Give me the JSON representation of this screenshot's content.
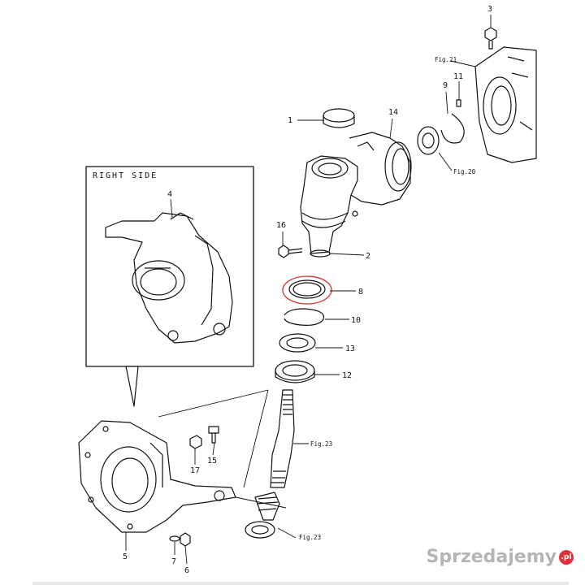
{
  "box_title": "RIGHT SIDE",
  "part_numbers": [
    "1",
    "2",
    "3",
    "4",
    "5",
    "6",
    "7",
    "8",
    "9",
    "10",
    "11",
    "12",
    "13",
    "14",
    "15",
    "16",
    "17"
  ],
  "fig_refs": {
    "fig21": "Fig.21",
    "fig20": "Fig.20",
    "fig23a": "Fig.23",
    "fig23b": "Fig.23"
  },
  "watermark": {
    "text": "Sprzedajemy",
    "suffix": ".pl"
  },
  "colors": {
    "line": "#111111",
    "highlight": "#cc3333"
  }
}
